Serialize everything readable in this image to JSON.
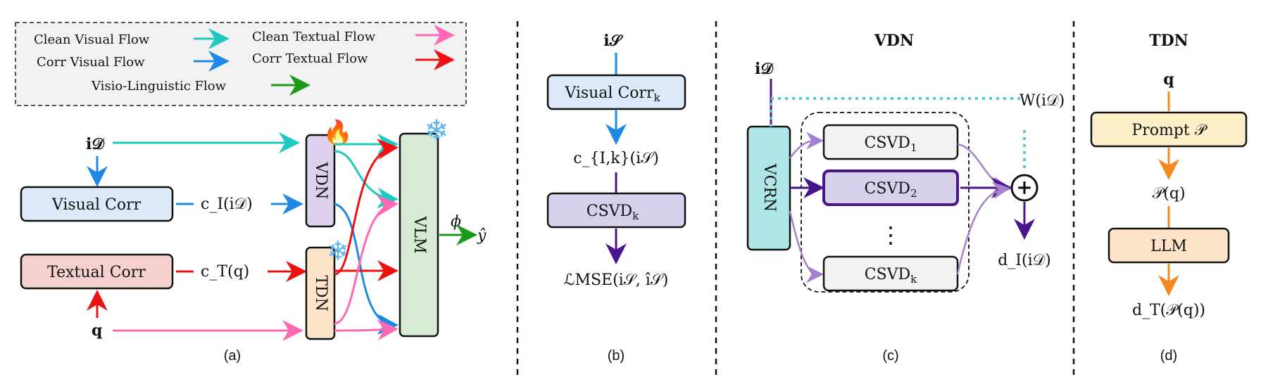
{
  "legend": {
    "items": [
      {
        "label": "Clean Visual Flow",
        "color": "#1fc8c0"
      },
      {
        "label": "Clean Textual Flow",
        "color": "#ff69b4"
      },
      {
        "label": "Corr Visual Flow",
        "color": "#1e88e5"
      },
      {
        "label": "Corr Textual Flow",
        "color": "#ee1111"
      },
      {
        "label": "Visio-Linguistic Flow",
        "color": "#1a9a1a"
      }
    ]
  },
  "panel_a": {
    "input_image": "i𝒟",
    "input_query": "q",
    "visual_corr": "Visual Corr",
    "textual_corr": "Textual Corr",
    "ci_label": "c_I(i𝒟)",
    "ct_label": "c_T(q)",
    "vdn": "VDN",
    "tdn": "TDN",
    "vlm": "VLM",
    "phi": "ϕ",
    "yhat": "ŷ",
    "caption": "(a)"
  },
  "panel_b": {
    "input": "i𝒮",
    "visual_corr": "Visual Corr",
    "visual_corr_sub": "k",
    "mid_label": "c_{I,k}(i𝒮)",
    "csvd": "CSVD",
    "csvd_sub": "k",
    "loss": "ℒMSE(i𝒮, î𝒮)",
    "caption": "(b)"
  },
  "panel_c": {
    "title": "VDN",
    "input": "i𝒟",
    "vcrn": "VCRN",
    "weight": "W(i𝒟)",
    "csvd_items": [
      {
        "label": "CSVD",
        "sub": "1"
      },
      {
        "label": "CSVD",
        "sub": "2"
      },
      {
        "label": "CSVD",
        "sub": "k"
      }
    ],
    "ellipsis": "⋮",
    "plus": "+",
    "output": "d_I(i𝒟)",
    "caption": "(c)"
  },
  "panel_d": {
    "title": "TDN",
    "input": "q",
    "prompt": "Prompt 𝒫",
    "prompt_out": "𝒫(q)",
    "llm": "LLM",
    "output": "d_T(𝒫(q))",
    "caption": "(d)"
  },
  "icons": {
    "fire": "fire-icon",
    "snowflake": "snowflake-icon"
  }
}
